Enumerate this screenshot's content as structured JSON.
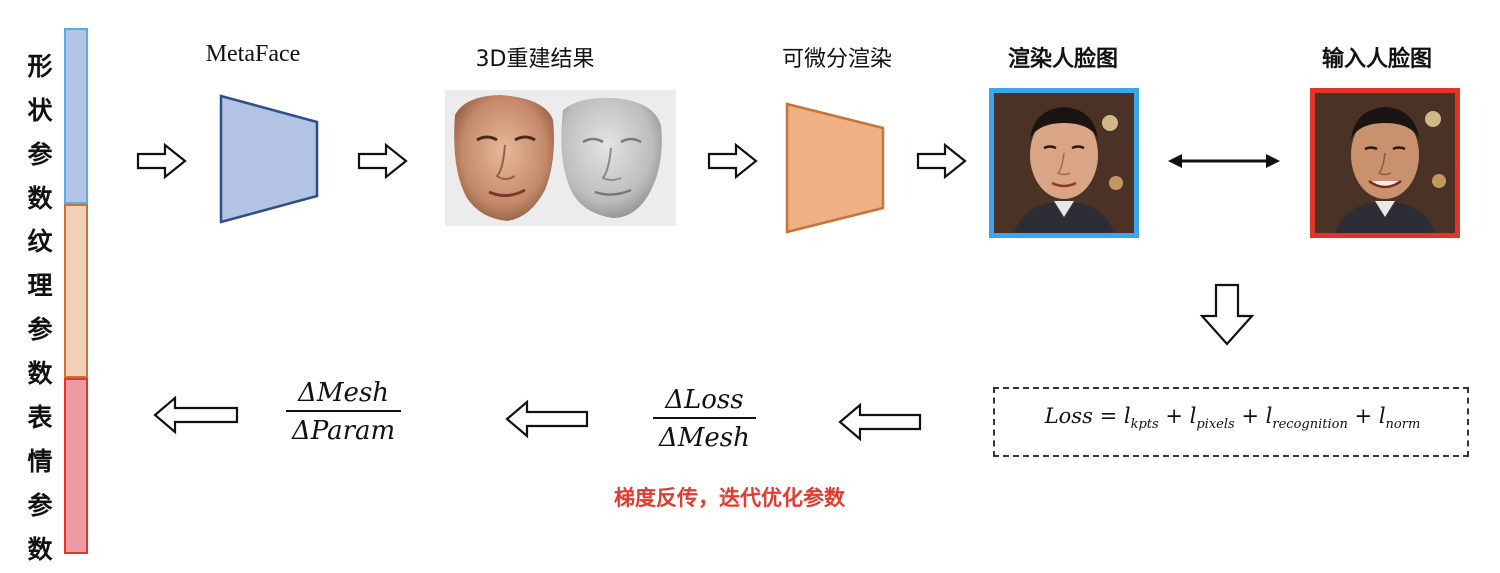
{
  "sidebar": {
    "shape_label": "形状参数",
    "texture_label": "纹理参数",
    "expression_label": "表情参数",
    "colors": {
      "shape": "#b3c3e3",
      "shape_border": "#5aaee6",
      "texture": "#f2cfb7",
      "texture_border": "#c8733a",
      "expression": "#ea9aa0",
      "expression_border": "#e0352a"
    }
  },
  "pipeline": {
    "metaface_title": "MetaFace",
    "reconstruction_title": "3D重建结果",
    "render_title": "可微分渲染",
    "rendered_face_title": "渲染人脸图",
    "input_face_title": "输入人脸图",
    "colors": {
      "encoder": "#b3c3e3",
      "encoder_border": "#2e4f8a",
      "renderer": "#efb083",
      "renderer_border": "#c8733a",
      "rendered_frame": "#3ea6e8",
      "input_frame": "#e0352a"
    }
  },
  "loss": {
    "lhs": "Loss",
    "terms": [
      {
        "base": "l",
        "sub": "kpts"
      },
      {
        "base": "l",
        "sub": "pixels"
      },
      {
        "base": "l",
        "sub": "recognition"
      },
      {
        "base": "l",
        "sub": "norm"
      }
    ]
  },
  "gradients": {
    "loss_mesh": {
      "numerator": "ΔLoss",
      "denominator": "ΔMesh"
    },
    "mesh_param": {
      "numerator": "ΔMesh",
      "denominator": "ΔParam"
    },
    "caption": "梯度反传，迭代优化参数"
  },
  "icons": [
    "hollow-arrow-right-icon",
    "hollow-arrow-left-icon",
    "hollow-arrow-down-icon",
    "double-arrow-icon",
    "encoder-trapezoid-icon",
    "renderer-trapezoid-icon",
    "face-texture-icon",
    "face-mesh-icon"
  ]
}
